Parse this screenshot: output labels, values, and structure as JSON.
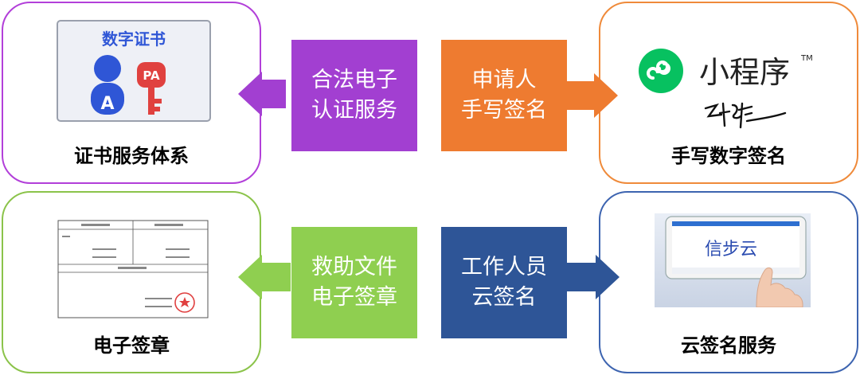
{
  "panels": {
    "cert": {
      "caption": "证书服务体系",
      "card_title": "数字证书",
      "person_letter": "A",
      "key_letters": "PA",
      "border": "#b23fd9"
    },
    "handwrite": {
      "caption": "手写数字签名",
      "miniprogram": "小程序",
      "tm": "TM",
      "border": "#ef8a3a"
    },
    "seal": {
      "caption": "电子签章",
      "border": "#8bc34a"
    },
    "cloud": {
      "caption": "云签名服务",
      "screen_text": "信步云",
      "border": "#3d64b0"
    }
  },
  "boxes": {
    "legal": {
      "line1": "合法电子",
      "line2": "认证服务",
      "color": "#a23fd1"
    },
    "applicant": {
      "line1": "申请人",
      "line2": "手写签名",
      "color": "#ee7b30"
    },
    "relief": {
      "line1": "救助文件",
      "line2": "电子签章",
      "color": "#8fcf50"
    },
    "staff": {
      "line1": "工作人员",
      "line2": "云签名",
      "color": "#2e5597"
    }
  },
  "colors": {
    "purple": "#a23fd1",
    "orange": "#ee7b30",
    "green": "#8fcf50",
    "navy": "#2e5597",
    "wechat_green": "#07c160"
  }
}
